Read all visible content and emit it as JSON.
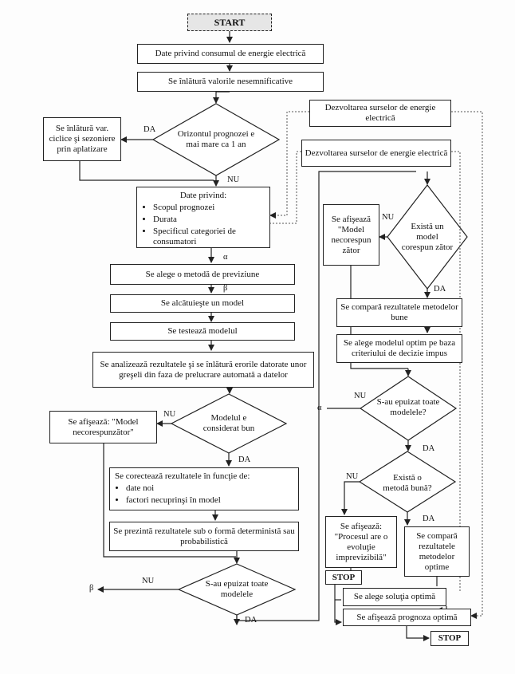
{
  "start_label": "START",
  "stop_label": "STOP",
  "yes_label": "DA",
  "no_label": "NU",
  "alpha": "α",
  "beta": "β",
  "left_column": {
    "consum": "Date privind consumul de energie electrică",
    "nesemnificative": "Se înlătură valorile nesemnificative",
    "orizont_decision": "Orizontul prognozei e mai mare ca 1 an",
    "ciclice": "Se înlătură var. ciclice şi sezoniere prin aplatizare",
    "date_privind": {
      "title": "Date privind:",
      "items": [
        "Scopul prognozei",
        "Durata",
        "Specificul categoriei de consumatori"
      ]
    },
    "metoda": "Se alege o metodă de previziune",
    "model": "Se alcătuieşte un model",
    "testeaza": "Se testează modelul",
    "analizeaza": "Se analizează rezultatele şi se înlătură erorile datorate unor greşeli din faza de prelucrare automată a datelor",
    "model_bun_decision": "Modelul e considerat bun",
    "necorespunzator": "Se afişează: \"Model necorespunzător\"",
    "corecteaza": {
      "title": "Se corectează rezultatele în funcţie de:",
      "items": [
        "date noi",
        "factori necuprinşi în model"
      ]
    },
    "prezinta": "Se prezintă rezultatele sub o formă deterministă sau probabilistică",
    "epuizat_decision": "S-au epuizat toate modelele"
  },
  "right_column": {
    "dezvoltarea1": "Dezvoltarea surselor de energie electrică",
    "dezvoltarea2": "Dezvoltarea surselor de energie electrică",
    "exista_model_decision": "Există un model corespun zător",
    "model_necorespun": "Se afişează \"Model necorespun zător",
    "compara_bune": "Se compară rezultatele metodelor bune",
    "alege_optim": "Se alege modelul optim pe baza criteriului de decizie impus",
    "epuizat_decision": "S-au epuizat toate modelele?",
    "exista_metoda_decision": "Există o metodă bună?",
    "imprevizibil": "Se afişează: \"Procesul are o evoluţie imprevizibilă\"",
    "compara_optime": "Se compară rezultatele metodelor optime",
    "solutia": "Se alege soluţia optimă",
    "prognoza": "Se afişează prognoza optimă"
  }
}
